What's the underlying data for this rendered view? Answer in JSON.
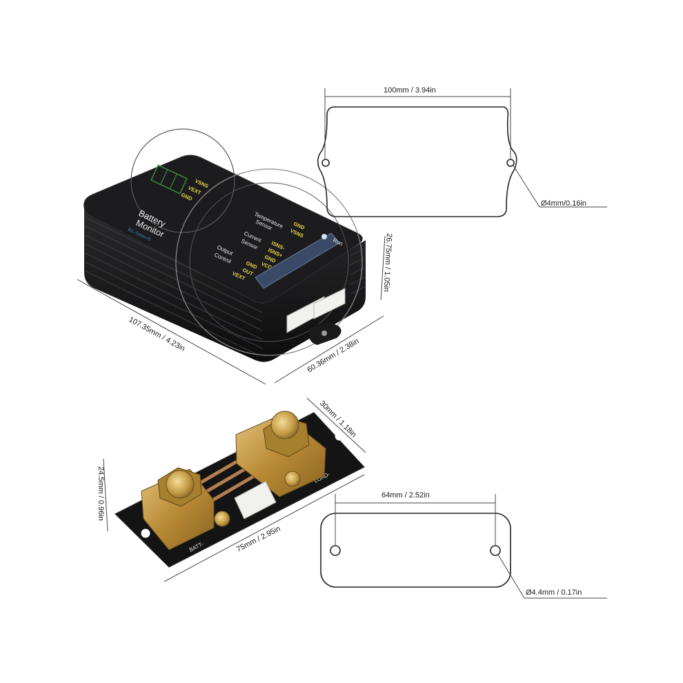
{
  "monitor": {
    "title_line1": "Battery",
    "title_line2": "Monitor",
    "series": "KL-Series-II",
    "run_label": "Run",
    "top_pins": [
      "VSNS",
      "VEXT",
      "GND"
    ],
    "temp_sensor_label1": "Temperature",
    "temp_sensor_label2": "Sensor",
    "temp_pins": [
      "GND",
      "VSNS"
    ],
    "current_sensor_label1": "Current",
    "current_sensor_label2": "Sensor",
    "current_pins": [
      "ISNS-",
      "ISNS+",
      "GND",
      "VCC"
    ],
    "output_control_label1": "Output",
    "output_control_label2": "Control",
    "output_pins": [
      "GND",
      "OUT",
      "VEXT"
    ]
  },
  "shunt": {
    "load_label": "LOAD-",
    "batt_label": "BATT-"
  },
  "dimensions": {
    "monitor_length": "107.35mm / 4.23in",
    "monitor_width": "60.36mm / 2.38in",
    "monitor_height": "26.75mm / 1.05in",
    "monitor_mount_spacing": "100mm / 3.94in",
    "monitor_hole_diameter": "Ø4mm/0.16in",
    "shunt_width": "30mm / 1.18in",
    "shunt_length": "75mm / 2.95in",
    "shunt_height": "24.5mm / 0.96in",
    "shunt_mount_spacing": "64mm / 2.52in",
    "shunt_hole_diameter": "Ø4.4mm / 0.17in"
  },
  "colors": {
    "device_body": "#1c1c1e",
    "pin_label": "#e7d54a",
    "brass": "#c9a046",
    "connector": "#f1f1ee"
  }
}
